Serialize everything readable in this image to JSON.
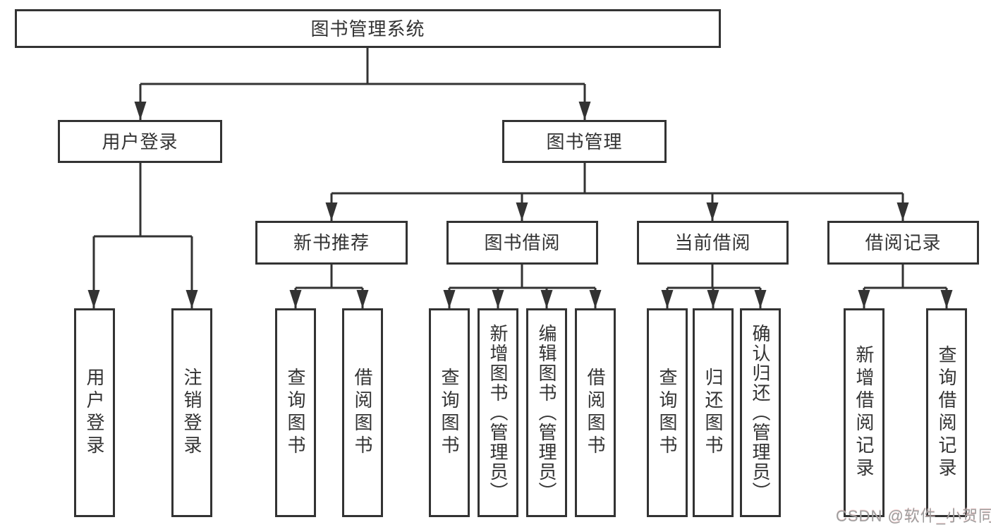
{
  "tree": {
    "label": "图书管理系统",
    "children": [
      {
        "label": "用户登录",
        "children": [
          {
            "label": "用户登录"
          },
          {
            "label": "注销登录"
          }
        ]
      },
      {
        "label": "图书管理",
        "children": [
          {
            "label": "新书推荐",
            "children": [
              {
                "label": "查询图书"
              },
              {
                "label": "借阅图书"
              }
            ]
          },
          {
            "label": "图书借阅",
            "children": [
              {
                "label": "查询图书"
              },
              {
                "label": "新增图书（管理员）"
              },
              {
                "label": "编辑图书（管理员）"
              },
              {
                "label": "借阅图书"
              }
            ]
          },
          {
            "label": "当前借阅",
            "children": [
              {
                "label": "查询图书"
              },
              {
                "label": "归还图书"
              },
              {
                "label": "确认归还（管理员）"
              }
            ]
          },
          {
            "label": "借阅记录",
            "children": [
              {
                "label": "新增借阅记录"
              },
              {
                "label": "查询借阅记录"
              }
            ]
          }
        ]
      }
    ]
  },
  "watermark": {
    "text": "CSDN @软件_小贺同学"
  },
  "colors": {
    "line": "#333333",
    "text": "#333333",
    "bg": "#ffffff",
    "wm": "#9e9e9e"
  }
}
